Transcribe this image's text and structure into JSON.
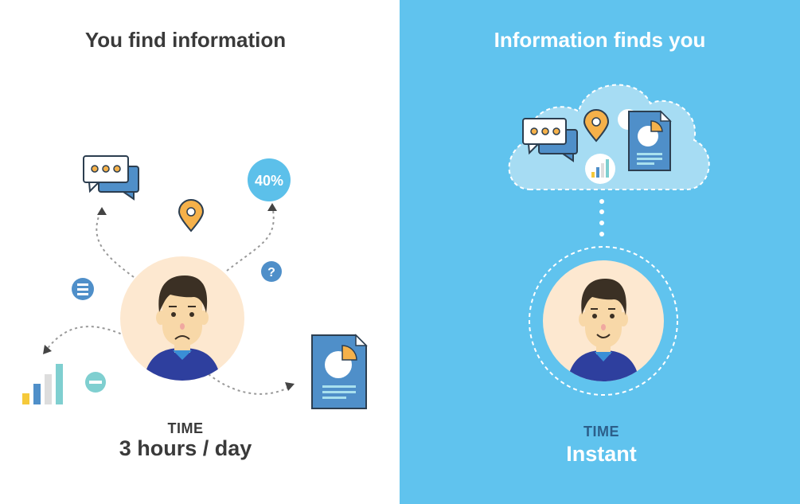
{
  "left": {
    "title": "You find information",
    "time_label": "TIME",
    "time_value": "3 hours / day",
    "badge_text": "40%"
  },
  "right": {
    "title": "Information finds you",
    "time_label": "TIME",
    "time_value": "Instant"
  },
  "colors": {
    "left_bg": "#ffffff",
    "right_bg": "#60c3ee",
    "accent_blue": "#4f8fc9",
    "accent_orange": "#f5b14a",
    "accent_teal": "#7fcfd0",
    "skin": "#f8d8a8",
    "hair": "#3b3024",
    "shirt": "#2e3f9e"
  },
  "icons": [
    "chat-bubbles-icon",
    "map-pin-icon",
    "percent-badge-icon",
    "question-icon",
    "menu-icon",
    "minus-icon",
    "bar-chart-icon",
    "document-icon",
    "cloud-icon"
  ]
}
